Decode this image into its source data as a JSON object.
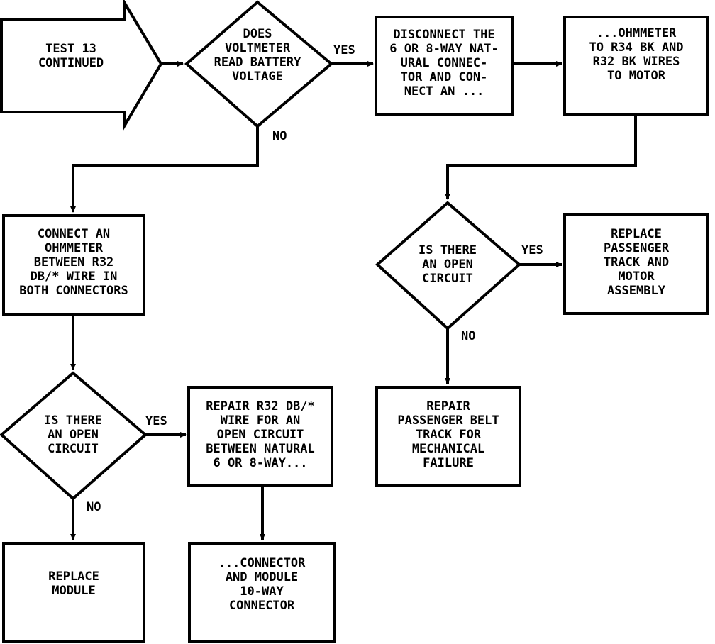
{
  "colors": {
    "ink": "#000000",
    "paper": "#ffffff"
  },
  "nodes": {
    "start": {
      "lines": [
        "TEST 13",
        "CONTINUED"
      ]
    },
    "q_voltage": {
      "lines": [
        "DOES",
        "VOLTMETER",
        "READ BATTERY",
        "VOLTAGE"
      ]
    },
    "disconnect": {
      "lines": [
        "DISCONNECT THE",
        "6 OR 8-WAY NAT-",
        "URAL CONNEC-",
        "TOR AND CON-",
        "NECT AN ..."
      ]
    },
    "ohmmeter_r34": {
      "lines": [
        "...OHMMETER",
        "TO R34 BK AND",
        "R32 BK WIRES",
        "TO MOTOR"
      ]
    },
    "connect_ohmmeter": {
      "lines": [
        "CONNECT AN",
        "OHMMETER",
        "BETWEEN R32",
        "DB/* WIRE IN",
        "BOTH CONNECTORS"
      ]
    },
    "q_open_right": {
      "lines": [
        "IS THERE",
        "AN OPEN",
        "CIRCUIT"
      ]
    },
    "replace_track": {
      "lines": [
        "REPLACE",
        "PASSENGER",
        "TRACK AND",
        "MOTOR",
        "ASSEMBLY"
      ]
    },
    "repair_belt": {
      "lines": [
        "REPAIR",
        "PASSENGER BELT",
        "TRACK FOR",
        "MECHANICAL",
        "FAILURE"
      ]
    },
    "q_open_left": {
      "lines": [
        "IS THERE",
        "AN OPEN",
        "CIRCUIT"
      ]
    },
    "repair_r32": {
      "lines": [
        "REPAIR R32 DB/*",
        "WIRE FOR AN",
        "OPEN CIRCUIT",
        "BETWEEN NATURAL",
        "6 OR 8-WAY..."
      ]
    },
    "replace_module": {
      "lines": [
        "REPLACE",
        "MODULE"
      ]
    },
    "connector_module": {
      "lines": [
        "...CONNECTOR",
        "AND MODULE",
        "10-WAY",
        "CONNECTOR"
      ]
    }
  },
  "edge_labels": {
    "voltage_yes": "YES",
    "voltage_no": "NO",
    "open_right_yes": "YES",
    "open_right_no": "NO",
    "open_left_yes": "YES",
    "open_left_no": "NO"
  }
}
